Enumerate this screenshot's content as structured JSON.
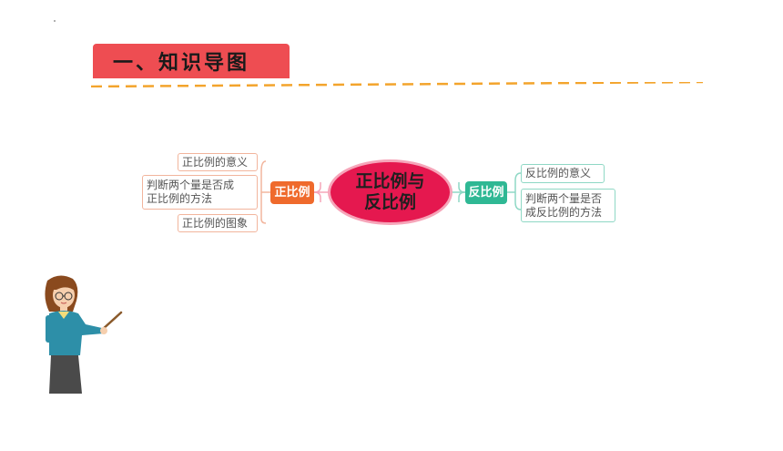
{
  "slide": {
    "title": "一、知识导图"
  },
  "mind_map": {
    "center": {
      "line1": "正比例与",
      "line2": "反比例"
    },
    "left_branch": {
      "label": "正比例",
      "color": "#ef6a2c",
      "items": [
        {
          "text": "正比例的意义"
        },
        {
          "line1": "判断两个量是否成",
          "line2": "正比例的方法"
        },
        {
          "text": "正比例的图象"
        }
      ]
    },
    "right_branch": {
      "label": "反比例",
      "color": "#2fb894",
      "items": [
        {
          "text": "反比例的意义"
        },
        {
          "line1": "判断两个量是否",
          "line2": "成反比例的方法"
        }
      ]
    }
  },
  "colors": {
    "title_bg": "#ee4d52",
    "dash": "#f3a42c",
    "center": "#e5184f"
  },
  "illustration": {
    "icon": "teacher-with-pointer-icon"
  }
}
